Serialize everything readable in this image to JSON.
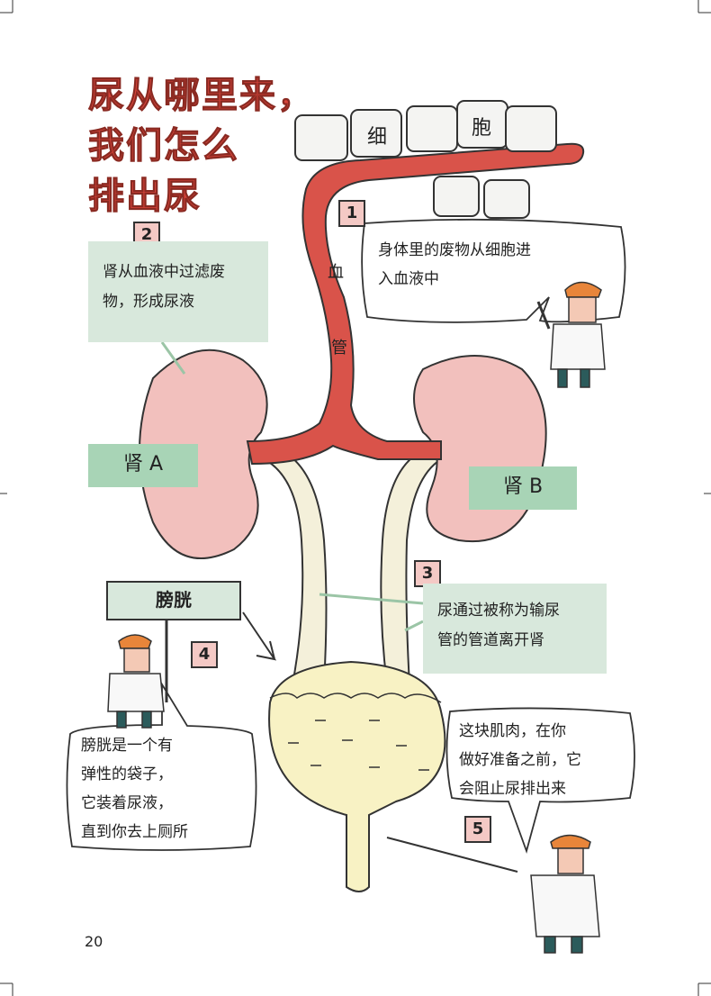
{
  "title": "尿从哪里来，我们怎么排出尿",
  "title_lines": [
    "尿从哪里来，",
    "我们怎么",
    "排出尿"
  ],
  "cells": {
    "label1": "细",
    "label2": "胞"
  },
  "vessel": {
    "number": "1",
    "label1": "血",
    "label2": "管"
  },
  "bubble1": {
    "text_line1": "身体里的废物从细胞进",
    "text_line2": "入血液中"
  },
  "step2": {
    "number": "2",
    "text_line1": "肾从血液中过滤废",
    "text_line2": "物，形成尿液"
  },
  "kidney_a": "肾 A",
  "kidney_b": "肾 B",
  "step3": {
    "number": "3",
    "text_line1": "尿通过被称为输尿",
    "text_line2": "管的管道离开肾"
  },
  "bladder_sign": "膀胱",
  "step4": {
    "number": "4",
    "lines": [
      "膀胱是一个有",
      "弹性的袋子，",
      "它装着尿液，",
      "直到你去上厕所"
    ]
  },
  "step5": {
    "number": "5",
    "lines": [
      "这块肌肉，在你",
      "做好准备之前，它",
      "会阻止尿排出来"
    ]
  },
  "page_number": "20",
  "colors": {
    "title": "#d8443a",
    "vessel": "#d9534a",
    "kidney": "#f2c0bd",
    "note": "#d8e8dc",
    "kidney_label": "#a8d4b6",
    "bladder": "#f8f2c4",
    "ureter": "#f4f0da"
  }
}
